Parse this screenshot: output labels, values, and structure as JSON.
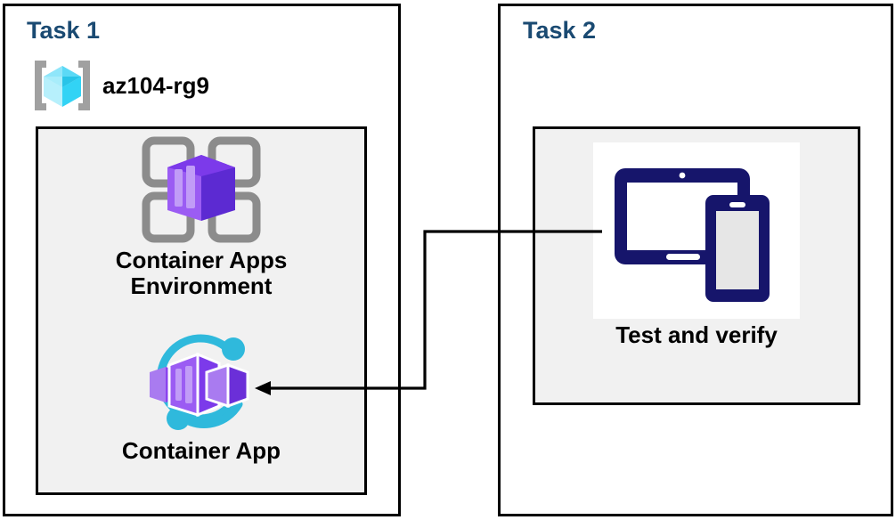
{
  "diagram": {
    "title": "Azure Container Apps lab task diagram",
    "background": "#ffffff",
    "panel_border_color": "#000000",
    "panel_fill": "#ffffff",
    "inner_box_fill": "#f1f1f1",
    "title_color": "#1a4a72",
    "label_color": "#000000",
    "connector_color": "#000000"
  },
  "panels": [
    {
      "id": "task1",
      "title": "Task 1",
      "resource_group": {
        "label": "az104-rg9",
        "icon": "resource-group-icon",
        "icon_colors": {
          "cube_light": "#9cebfb",
          "cube_mid": "#32d3f5",
          "cube_dark": "#28c4e8",
          "bracket": "#a0a0a0"
        }
      },
      "nodes": [
        {
          "id": "container-apps-environment",
          "label": "Container Apps\nEnvironment",
          "icon": "container-apps-environment-icon",
          "icon_colors": {
            "grid": "#8c8c8c",
            "box_light": "#b07cf0",
            "box_mid": "#8a3ff0",
            "box_dark": "#5c2ad2"
          }
        },
        {
          "id": "container-app",
          "label": "Container App",
          "icon": "container-app-icon",
          "icon_colors": {
            "ring": "#2fb9dc",
            "box_light": "#a97bf0",
            "box_mid": "#8b43ef",
            "box_dark": "#6b2fd8"
          }
        }
      ]
    },
    {
      "id": "task2",
      "title": "Task 2",
      "nodes": [
        {
          "id": "test-and-verify",
          "label": "Test and verify",
          "icon": "devices-icon",
          "icon_colors": {
            "device_outline": "#16156b",
            "tablet_screen": "#ffffff",
            "phone_screen": "#e6e6e6",
            "tile": "#ffffff"
          }
        }
      ]
    }
  ],
  "connectors": [
    {
      "id": "test-to-container-app",
      "from": "test-and-verify",
      "to": "container-app",
      "arrowhead": "left",
      "style": "orthogonal"
    }
  ]
}
